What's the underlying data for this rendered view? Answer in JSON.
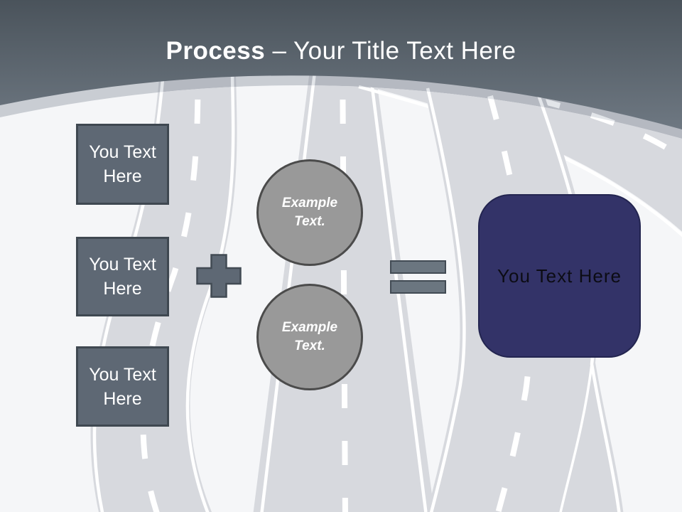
{
  "title": {
    "emphasis": "Process",
    "separator": "–",
    "rest": "Your Title Text Here"
  },
  "left_boxes": [
    {
      "label": "You Text Here"
    },
    {
      "label": "You Text Here"
    },
    {
      "label": "You Text Here"
    }
  ],
  "operators": {
    "plus_icon": "plus-sign",
    "equals_icon": "equals-sign"
  },
  "circles": [
    {
      "label": "Example Text."
    },
    {
      "label": "Example Text."
    }
  ],
  "result_box": {
    "label": "You Text Here"
  },
  "colors": {
    "header_top": "#49525a",
    "header_bottom": "#6e7882",
    "band_bg": "#c9cdd3",
    "page_bg": "#f5f6f8",
    "road_band": "#b5b9c1",
    "road_page": "#d7d9de",
    "box_fill": "#5e6874",
    "box_border": "#3f4851",
    "box_text": "#ffffff",
    "circle_fill": "#999999",
    "circle_border": "#4b4b4b",
    "circle_text": "#ffffff",
    "plus_fill": "#5e6874",
    "equals_fill": "#6b7680",
    "operator_border": "#424b54",
    "result_fill": "#333368",
    "result_border": "#232550",
    "result_text": "#0c0c14",
    "title_text": "#ffffff"
  }
}
